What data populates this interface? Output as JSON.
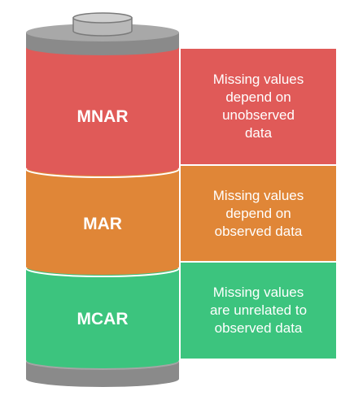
{
  "colors": {
    "mnar": "#e05a58",
    "mar": "#e08637",
    "mcar": "#3cc47e",
    "cap": "#a0a0a0",
    "cap_dark": "#7d7d7d"
  },
  "segments": [
    {
      "label": "MNAR",
      "description_lines": [
        "Missing values",
        "depend on",
        "unobserved",
        "data"
      ]
    },
    {
      "label": "MAR",
      "description_lines": [
        "Missing values",
        "depend on",
        "observed data"
      ]
    },
    {
      "label": "MCAR",
      "description_lines": [
        "Missing values",
        "are unrelated to",
        "observed data"
      ]
    }
  ]
}
